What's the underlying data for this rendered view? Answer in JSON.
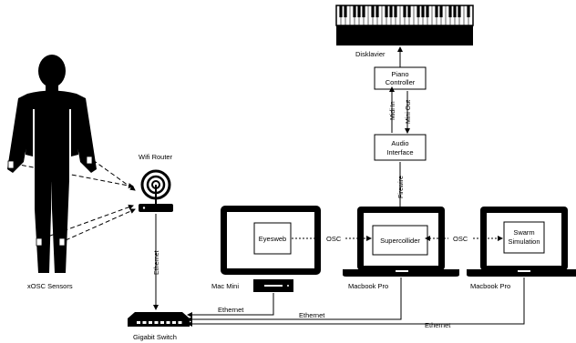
{
  "labels": {
    "disklavier": "Disklavier",
    "piano_controller_1": "Piano",
    "piano_controller_2": "Controller",
    "midi_in": "Midi In",
    "midi_out": "Mini Out",
    "audio_interface_1": "Audio",
    "audio_interface_2": "Interface",
    "firewire": "Firewire",
    "wifi_router": "Wifi Router",
    "ethernet_vertical": "Ethernet",
    "xosc_sensors": "xOSC Sensors",
    "gigabit_switch": "Gigabit Switch",
    "eyesweb": "Eyesweb",
    "supercollider": "Supercollider",
    "swarm_1": "Swarm",
    "swarm_2": "Simulation",
    "osc_left": "OSC",
    "osc_right": "OSC",
    "mac_mini": "Mac Mini",
    "macbook_pro_center": "Macbook Pro",
    "macbook_pro_right": "Macbook Pro",
    "ethernet_1": "Ethernet",
    "ethernet_2": "Ethernet",
    "ethernet_3": "Ethernet"
  },
  "colors": {
    "stroke": "#000000",
    "fill": "#000000",
    "background": "#ffffff"
  }
}
